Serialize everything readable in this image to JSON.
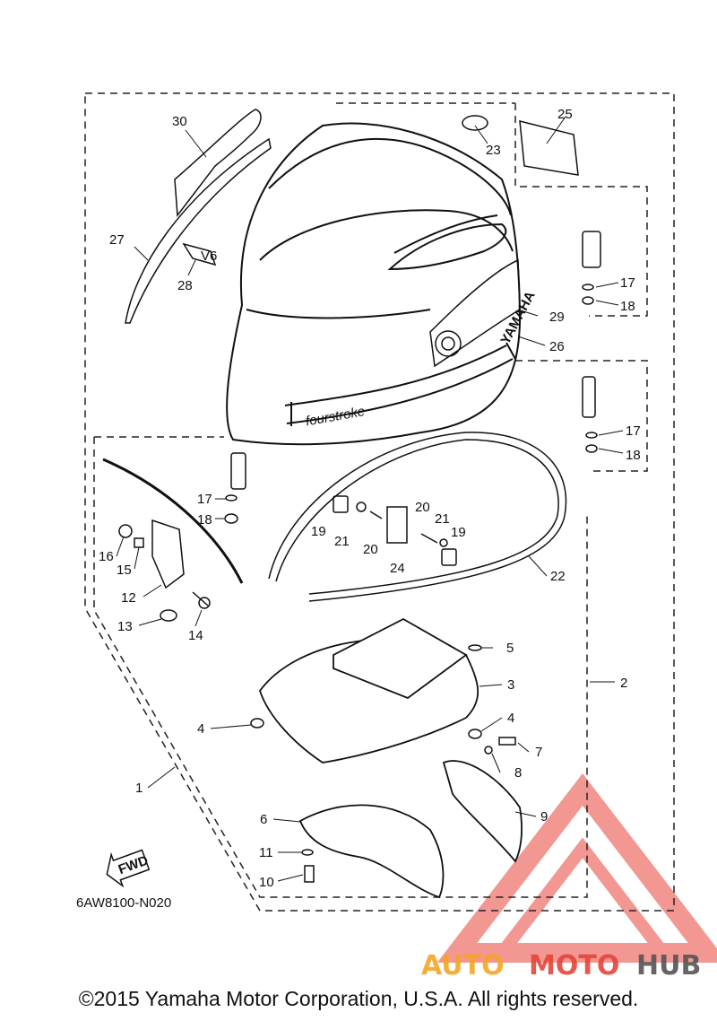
{
  "diagram": {
    "callouts": [
      {
        "id": "c30",
        "label": "30"
      },
      {
        "id": "c23",
        "label": "23"
      },
      {
        "id": "c25",
        "label": "25"
      },
      {
        "id": "c27",
        "label": "27"
      },
      {
        "id": "c28",
        "label": "28"
      },
      {
        "id": "c17a",
        "label": "17"
      },
      {
        "id": "c18a",
        "label": "18"
      },
      {
        "id": "c29",
        "label": "29"
      },
      {
        "id": "c26",
        "label": "26"
      },
      {
        "id": "c17b",
        "label": "17"
      },
      {
        "id": "c18b",
        "label": "18"
      },
      {
        "id": "c17c",
        "label": "17"
      },
      {
        "id": "c18c",
        "label": "18"
      },
      {
        "id": "c16",
        "label": "16"
      },
      {
        "id": "c15",
        "label": "15"
      },
      {
        "id": "c12",
        "label": "12"
      },
      {
        "id": "c13",
        "label": "13"
      },
      {
        "id": "c14",
        "label": "14"
      },
      {
        "id": "c19a",
        "label": "19"
      },
      {
        "id": "c21a",
        "label": "21"
      },
      {
        "id": "c20a",
        "label": "20"
      },
      {
        "id": "c24",
        "label": "24"
      },
      {
        "id": "c20b",
        "label": "20"
      },
      {
        "id": "c21b",
        "label": "21"
      },
      {
        "id": "c19b",
        "label": "19"
      },
      {
        "id": "c22",
        "label": "22"
      },
      {
        "id": "c5",
        "label": "5"
      },
      {
        "id": "c3",
        "label": "3"
      },
      {
        "id": "c2",
        "label": "2"
      },
      {
        "id": "c4a",
        "label": "4"
      },
      {
        "id": "c4b",
        "label": "4"
      },
      {
        "id": "c7",
        "label": "7"
      },
      {
        "id": "c8",
        "label": "8"
      },
      {
        "id": "c1",
        "label": "1"
      },
      {
        "id": "c6",
        "label": "6"
      },
      {
        "id": "c9",
        "label": "9"
      },
      {
        "id": "c11",
        "label": "11"
      },
      {
        "id": "c10",
        "label": "10"
      }
    ],
    "brand_text": "YAMAHA",
    "model_text": "fourstroke",
    "v6_badge": "V6",
    "fwd_label": "FWD",
    "drawing_code": "6AW8100-N020"
  },
  "watermark": {
    "part1": "AUTO",
    "part2": "MOTO",
    "part3": "HUB",
    "color_orange": "#f5a623",
    "color_red": "#e8433a",
    "color_gray": "#555555"
  },
  "copyright": "©2015 Yamaha Motor Corporation, U.S.A. All rights reserved."
}
